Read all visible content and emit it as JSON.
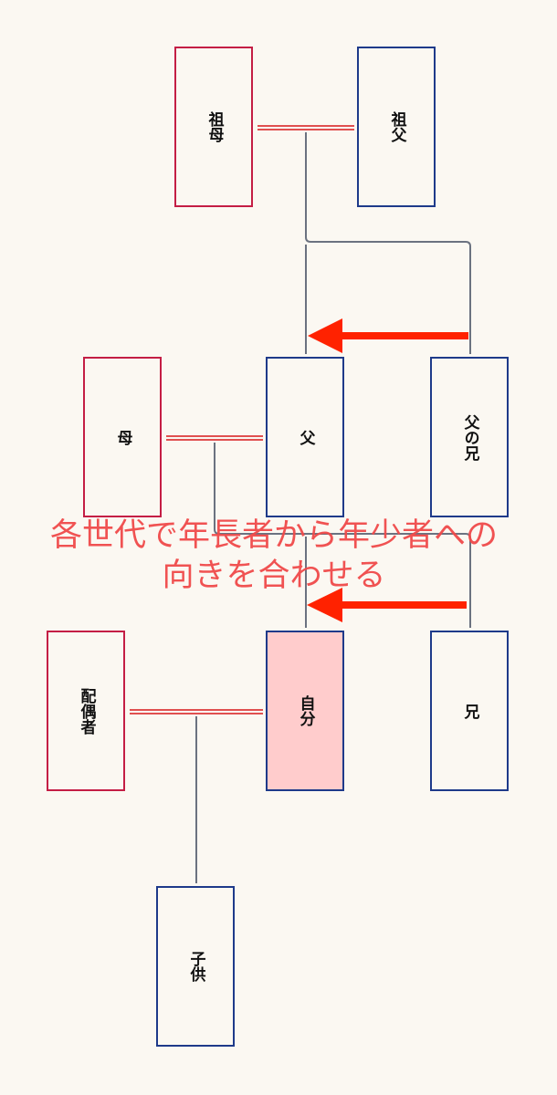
{
  "colors": {
    "background": "#fbf8f2",
    "female_border": "#c41e45",
    "male_border": "#1e3a8a",
    "self_fill": "#ffcccc",
    "marriage_line": "#e05050",
    "connector_line": "#6b7280",
    "arrow": "#ff2200",
    "annotation_text": "#f04a4a"
  },
  "people": {
    "grandmother": {
      "label": "祖母",
      "gender": "female"
    },
    "grandfather": {
      "label": "祖父",
      "gender": "male"
    },
    "mother": {
      "label": "母",
      "gender": "female"
    },
    "father": {
      "label": "父",
      "gender": "male"
    },
    "fathers_brother": {
      "label": "父の兄",
      "gender": "male"
    },
    "spouse": {
      "label": "配偶者",
      "gender": "female"
    },
    "self": {
      "label": "自分",
      "gender": "male",
      "highlighted": true
    },
    "brother": {
      "label": "兄",
      "gender": "male"
    },
    "child": {
      "label": "子供",
      "gender": "male"
    }
  },
  "annotation": {
    "line1": "各世代で年長者から年少者への",
    "line2": "向きを合わせる"
  }
}
